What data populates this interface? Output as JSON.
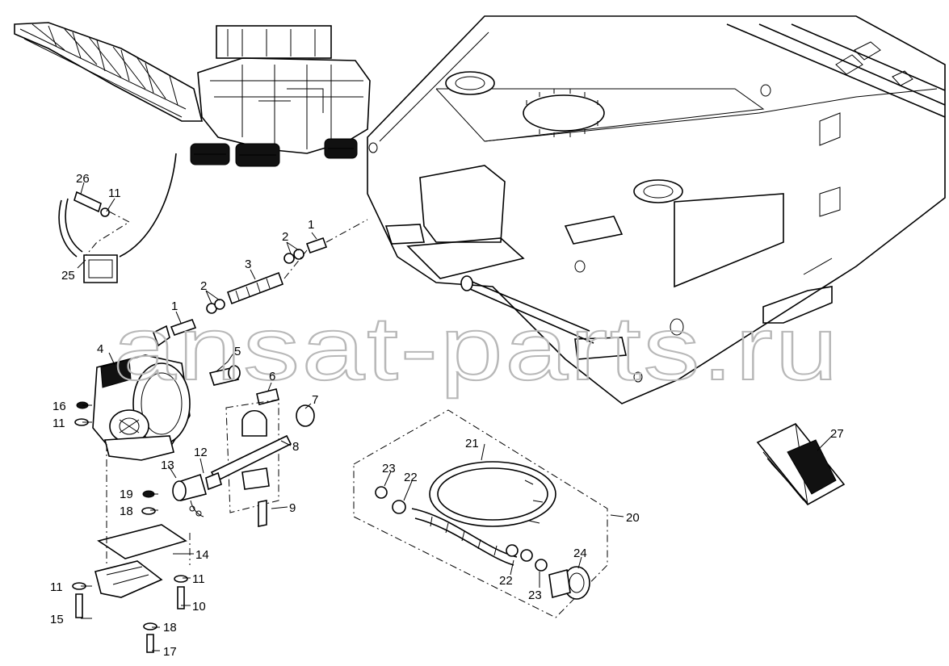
{
  "watermark": "ansat-parts.ru",
  "callouts": [
    {
      "id": "c1a",
      "label": "1"
    },
    {
      "id": "c1b",
      "label": "1"
    },
    {
      "id": "c2a",
      "label": "2"
    },
    {
      "id": "c2b",
      "label": "2"
    },
    {
      "id": "c3",
      "label": "3"
    },
    {
      "id": "c4",
      "label": "4"
    },
    {
      "id": "c5",
      "label": "5"
    },
    {
      "id": "c6",
      "label": "6"
    },
    {
      "id": "c7",
      "label": "7"
    },
    {
      "id": "c8",
      "label": "8"
    },
    {
      "id": "c9",
      "label": "9"
    },
    {
      "id": "c10",
      "label": "10"
    },
    {
      "id": "c11a",
      "label": "11"
    },
    {
      "id": "c11b",
      "label": "11"
    },
    {
      "id": "c11c",
      "label": "11"
    },
    {
      "id": "c11d",
      "label": "11"
    },
    {
      "id": "c12",
      "label": "12"
    },
    {
      "id": "c13",
      "label": "13"
    },
    {
      "id": "c14",
      "label": "14"
    },
    {
      "id": "c15",
      "label": "15"
    },
    {
      "id": "c16",
      "label": "16"
    },
    {
      "id": "c17",
      "label": "17"
    },
    {
      "id": "c18a",
      "label": "18"
    },
    {
      "id": "c18b",
      "label": "18"
    },
    {
      "id": "c19",
      "label": "19"
    },
    {
      "id": "c20",
      "label": "20"
    },
    {
      "id": "c21",
      "label": "21"
    },
    {
      "id": "c22a",
      "label": "22"
    },
    {
      "id": "c22b",
      "label": "22"
    },
    {
      "id": "c23a",
      "label": "23"
    },
    {
      "id": "c23b",
      "label": "23"
    },
    {
      "id": "c24",
      "label": "24"
    },
    {
      "id": "c25",
      "label": "25"
    },
    {
      "id": "c26",
      "label": "26"
    },
    {
      "id": "c27",
      "label": "27"
    }
  ]
}
